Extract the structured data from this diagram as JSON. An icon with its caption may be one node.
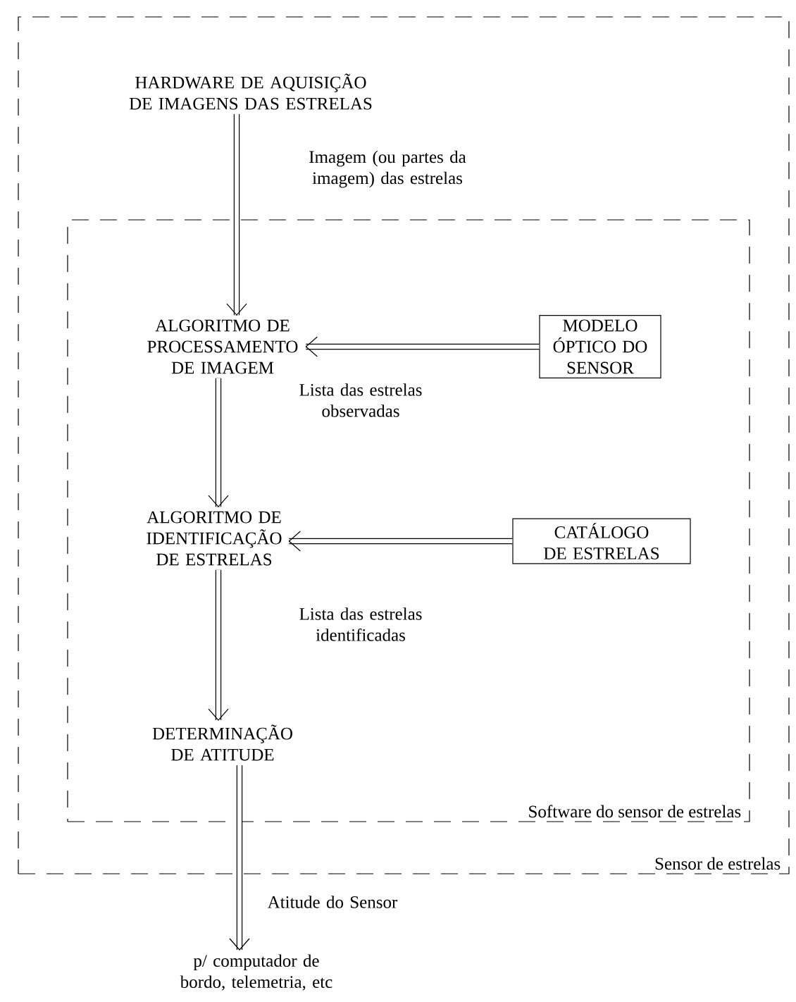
{
  "diagram": {
    "nodes": [
      {
        "text": [
          "Sensor de estrelas"
        ]
      },
      {
        "text": [
          "Software do sensor de estrelas"
        ],
        "in": 0
      },
      {
        "text": [
          "HARDWARE DE AQUISIÇÃO DE IMAGENS DAS ESTRELAS"
        ],
        "in": 0
      },
      {
        "text": [
          "ALGORITMO DE PROCESSAMENTO DE IMAGEM"
        ],
        "in": 1
      },
      {
        "text": [
          "MODELO ÓPTICO DO SENSOR"
        ],
        "in": 1
      },
      {
        "text": [
          "ALGORITMO DE IDENTIFICAÇÃO DE ESTRELAS"
        ],
        "in": 1
      },
      {
        "text": [
          "CATÁLOGO DE ESTRELAS"
        ],
        "in": 1
      },
      {
        "text": [
          "DETERMINAÇÃO DE ATITUDE"
        ],
        "in": 1
      },
      {
        "text": [
          "p/ computador de bordo, telemetria, etc"
        ]
      }
    ],
    "edges": [
      {
        "from": 2,
        "to": 3,
        "arrow": "to",
        "label": "Imagem (ou partes da imagem) das estrelas"
      },
      {
        "from": 4,
        "to": 3,
        "arrow": "to"
      },
      {
        "from": 3,
        "to": 5,
        "arrow": "to",
        "label": "Lista das estrelas observadas"
      },
      {
        "from": 6,
        "to": 5,
        "arrow": "to"
      },
      {
        "from": 5,
        "to": 7,
        "arrow": "to",
        "label": "Lista das estrelas identificadas"
      },
      {
        "from": 7,
        "to": 8,
        "arrow": "to",
        "label": "Atitude do Sensor"
      }
    ]
  }
}
